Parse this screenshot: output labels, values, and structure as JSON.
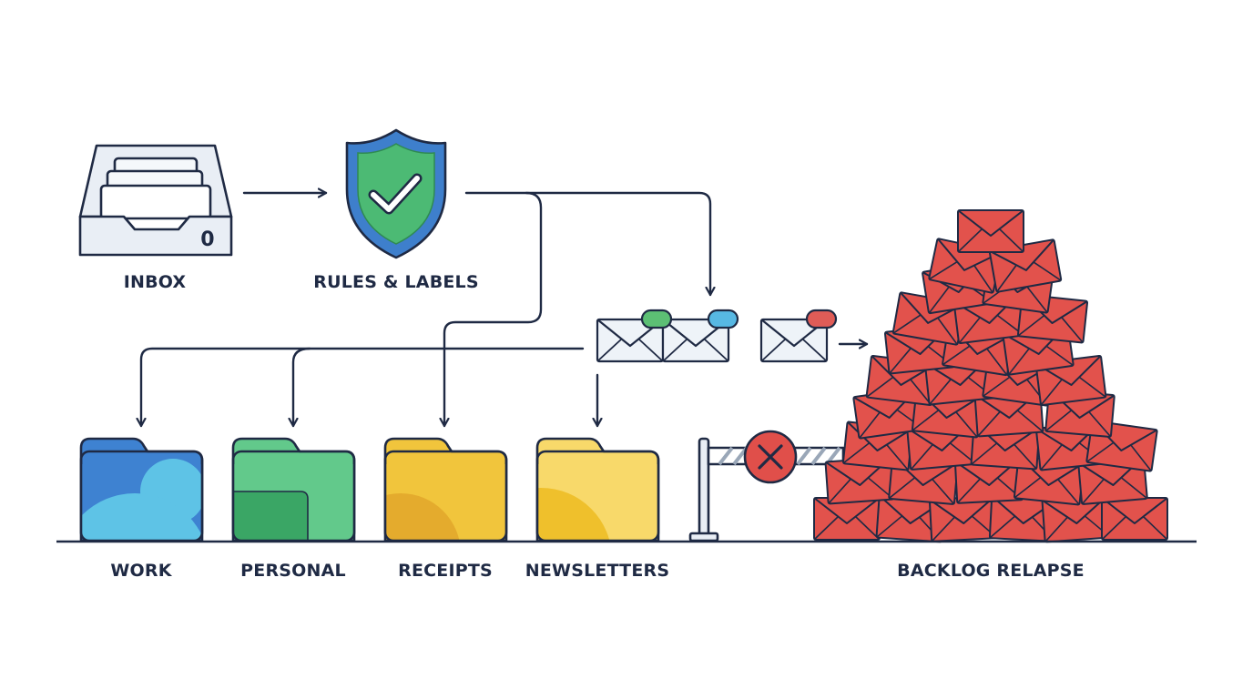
{
  "nodes": {
    "inbox": {
      "label": "INBOX",
      "count": "0",
      "icon": "inbox-tray-icon"
    },
    "rules": {
      "label": "RULES & LABELS",
      "icon": "shield-check-icon"
    },
    "backlog": {
      "label": "BACKLOG RELAPSE",
      "icon": "envelope-pile-icon"
    },
    "blocker": {
      "icon": "barrier-gate-x-icon"
    }
  },
  "folders": [
    {
      "label": "WORK",
      "icon": "folder-icon",
      "color": "#3e82d1",
      "accent": "#5ec3e6"
    },
    {
      "label": "PERSONAL",
      "icon": "folder-icon",
      "color": "#3aa665",
      "accent": "#62c98b"
    },
    {
      "label": "RECEIPTS",
      "icon": "folder-icon",
      "color": "#f1c53c",
      "accent": "#e4ab2d"
    },
    {
      "label": "NEWSLETTERS",
      "icon": "folder-icon",
      "color": "#f8d96a",
      "accent": "#efc02c"
    }
  ],
  "tags": [
    {
      "color": "#5cbf74"
    },
    {
      "color": "#57b8e3"
    },
    {
      "color": "#e05c57"
    }
  ],
  "colors": {
    "outline": "#1f2a44",
    "shield_outer": "#3e7fcc",
    "shield_inner": "#4cba74",
    "envelope_red": "#e2524c",
    "envelope_light": "#eef3f8",
    "blocker_red": "#e04f4a"
  }
}
